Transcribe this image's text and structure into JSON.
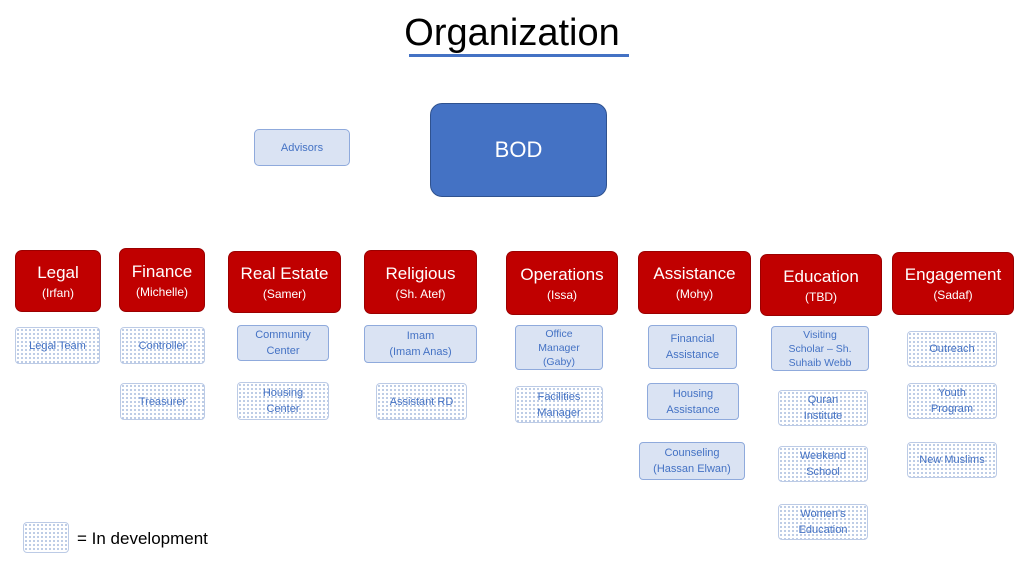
{
  "title": "Organization",
  "bod": "BOD",
  "advisors": "Advisors",
  "departments": [
    {
      "name": "Legal",
      "lead": "(Irfan)"
    },
    {
      "name": "Finance",
      "lead": "(Michelle)"
    },
    {
      "name": "Real Estate",
      "lead": "(Samer)"
    },
    {
      "name": "Religious",
      "lead": "(Sh. Atef)"
    },
    {
      "name": "Operations",
      "lead": "(Issa)"
    },
    {
      "name": "Assistance",
      "lead": "(Mohy)"
    },
    {
      "name": "Education",
      "lead": "(TBD)"
    },
    {
      "name": "Engagement",
      "lead": "(Sadaf)"
    }
  ],
  "units": {
    "legal": [
      {
        "label": "Legal Team",
        "status": "in development"
      }
    ],
    "finance": [
      {
        "label": "Controller",
        "status": "in development"
      },
      {
        "label": "Treasurer",
        "status": "in development"
      }
    ],
    "real_estate": [
      {
        "label": "Community\nCenter",
        "status": "established"
      },
      {
        "label": "Housing\nCenter",
        "status": "in development"
      }
    ],
    "religious": [
      {
        "label": "Imam\n(Imam Anas)",
        "status": "established"
      },
      {
        "label": "Assistant RD",
        "status": "in development"
      }
    ],
    "operations": [
      {
        "label": "Office\nManager\n(Gaby)",
        "status": "established"
      },
      {
        "label": "Facilities\nManager",
        "status": "in development"
      }
    ],
    "assistance": [
      {
        "label": "Financial\nAssistance",
        "status": "established"
      },
      {
        "label": "Housing\nAssistance",
        "status": "established"
      },
      {
        "label": "Counseling\n(Hassan Elwan)",
        "status": "established"
      }
    ],
    "education": [
      {
        "label": "Visiting\nScholar – Sh.\nSuhaib Webb",
        "status": "established"
      },
      {
        "label": "Quran\nInstitute",
        "status": "in development"
      },
      {
        "label": "Weekend\nSchool",
        "status": "in development"
      },
      {
        "label": "Women's\nEducation",
        "status": "in development"
      }
    ],
    "engagement": [
      {
        "label": "Outreach",
        "status": "in development"
      },
      {
        "label": "Youth\nProgram",
        "status": "in development"
      },
      {
        "label": "New Muslims",
        "status": "in development"
      }
    ]
  },
  "legend": {
    "label": "= In development"
  },
  "colors": {
    "bod": "#4472C4",
    "department": "#C00000",
    "unit_fill": "#DAE3F3",
    "unit_text": "#4472C4"
  }
}
